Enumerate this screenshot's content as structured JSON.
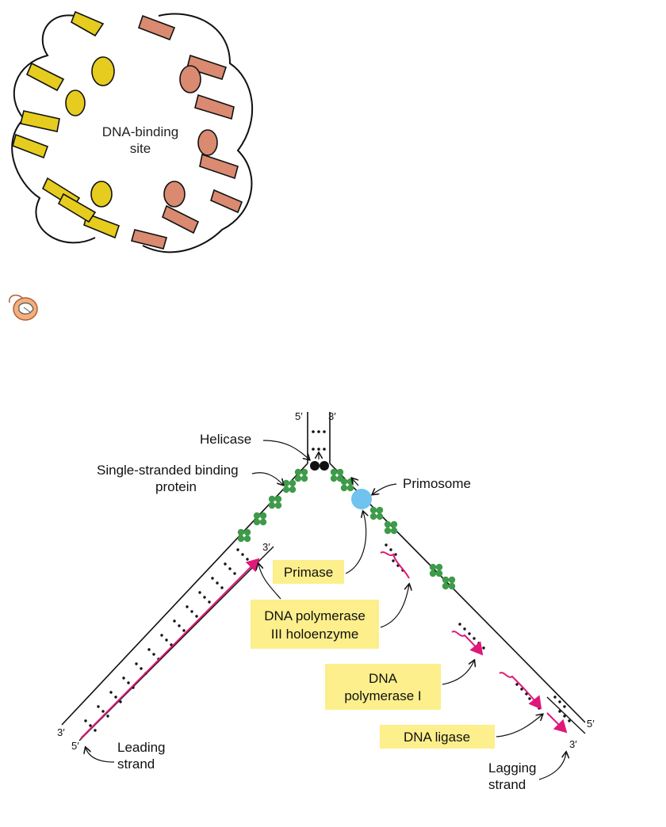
{
  "ring": {
    "center_label_line1": "DNA-binding",
    "center_label_line2": "site",
    "colors": {
      "yellow": "#E6CC1E",
      "salmon": "#D98A70",
      "outline": "#111111"
    }
  },
  "mouse_icon": "mouse-icon",
  "fork": {
    "top_left_end": "5′",
    "top_right_end": "3′",
    "leading_3prime": "3′",
    "bottom_left_3prime": "3′",
    "bottom_left_5prime": "5′",
    "bottom_right_5prime": "5′",
    "bottom_right_3prime": "3′"
  },
  "labels": {
    "helicase": "Helicase",
    "ssb_line1": "Single-stranded binding",
    "ssb_line2": "protein",
    "primosome": "Primosome",
    "primase": "Primase",
    "pol3_line1": "DNA polymerase",
    "pol3_line2": "III holoenzyme",
    "pol1_line1": "DNA",
    "pol1_line2": "polymerase I",
    "ligase": "DNA ligase",
    "leading_line1": "Leading",
    "leading_line2": "strand",
    "lagging_line1": "Lagging",
    "lagging_line2": "strand"
  },
  "colors": {
    "label_box": "#FCEF8C",
    "new_strand": "#E0187A",
    "ssb": "#3E9B4A",
    "primosome": "#6FC3EE",
    "helicase": "#111111"
  }
}
